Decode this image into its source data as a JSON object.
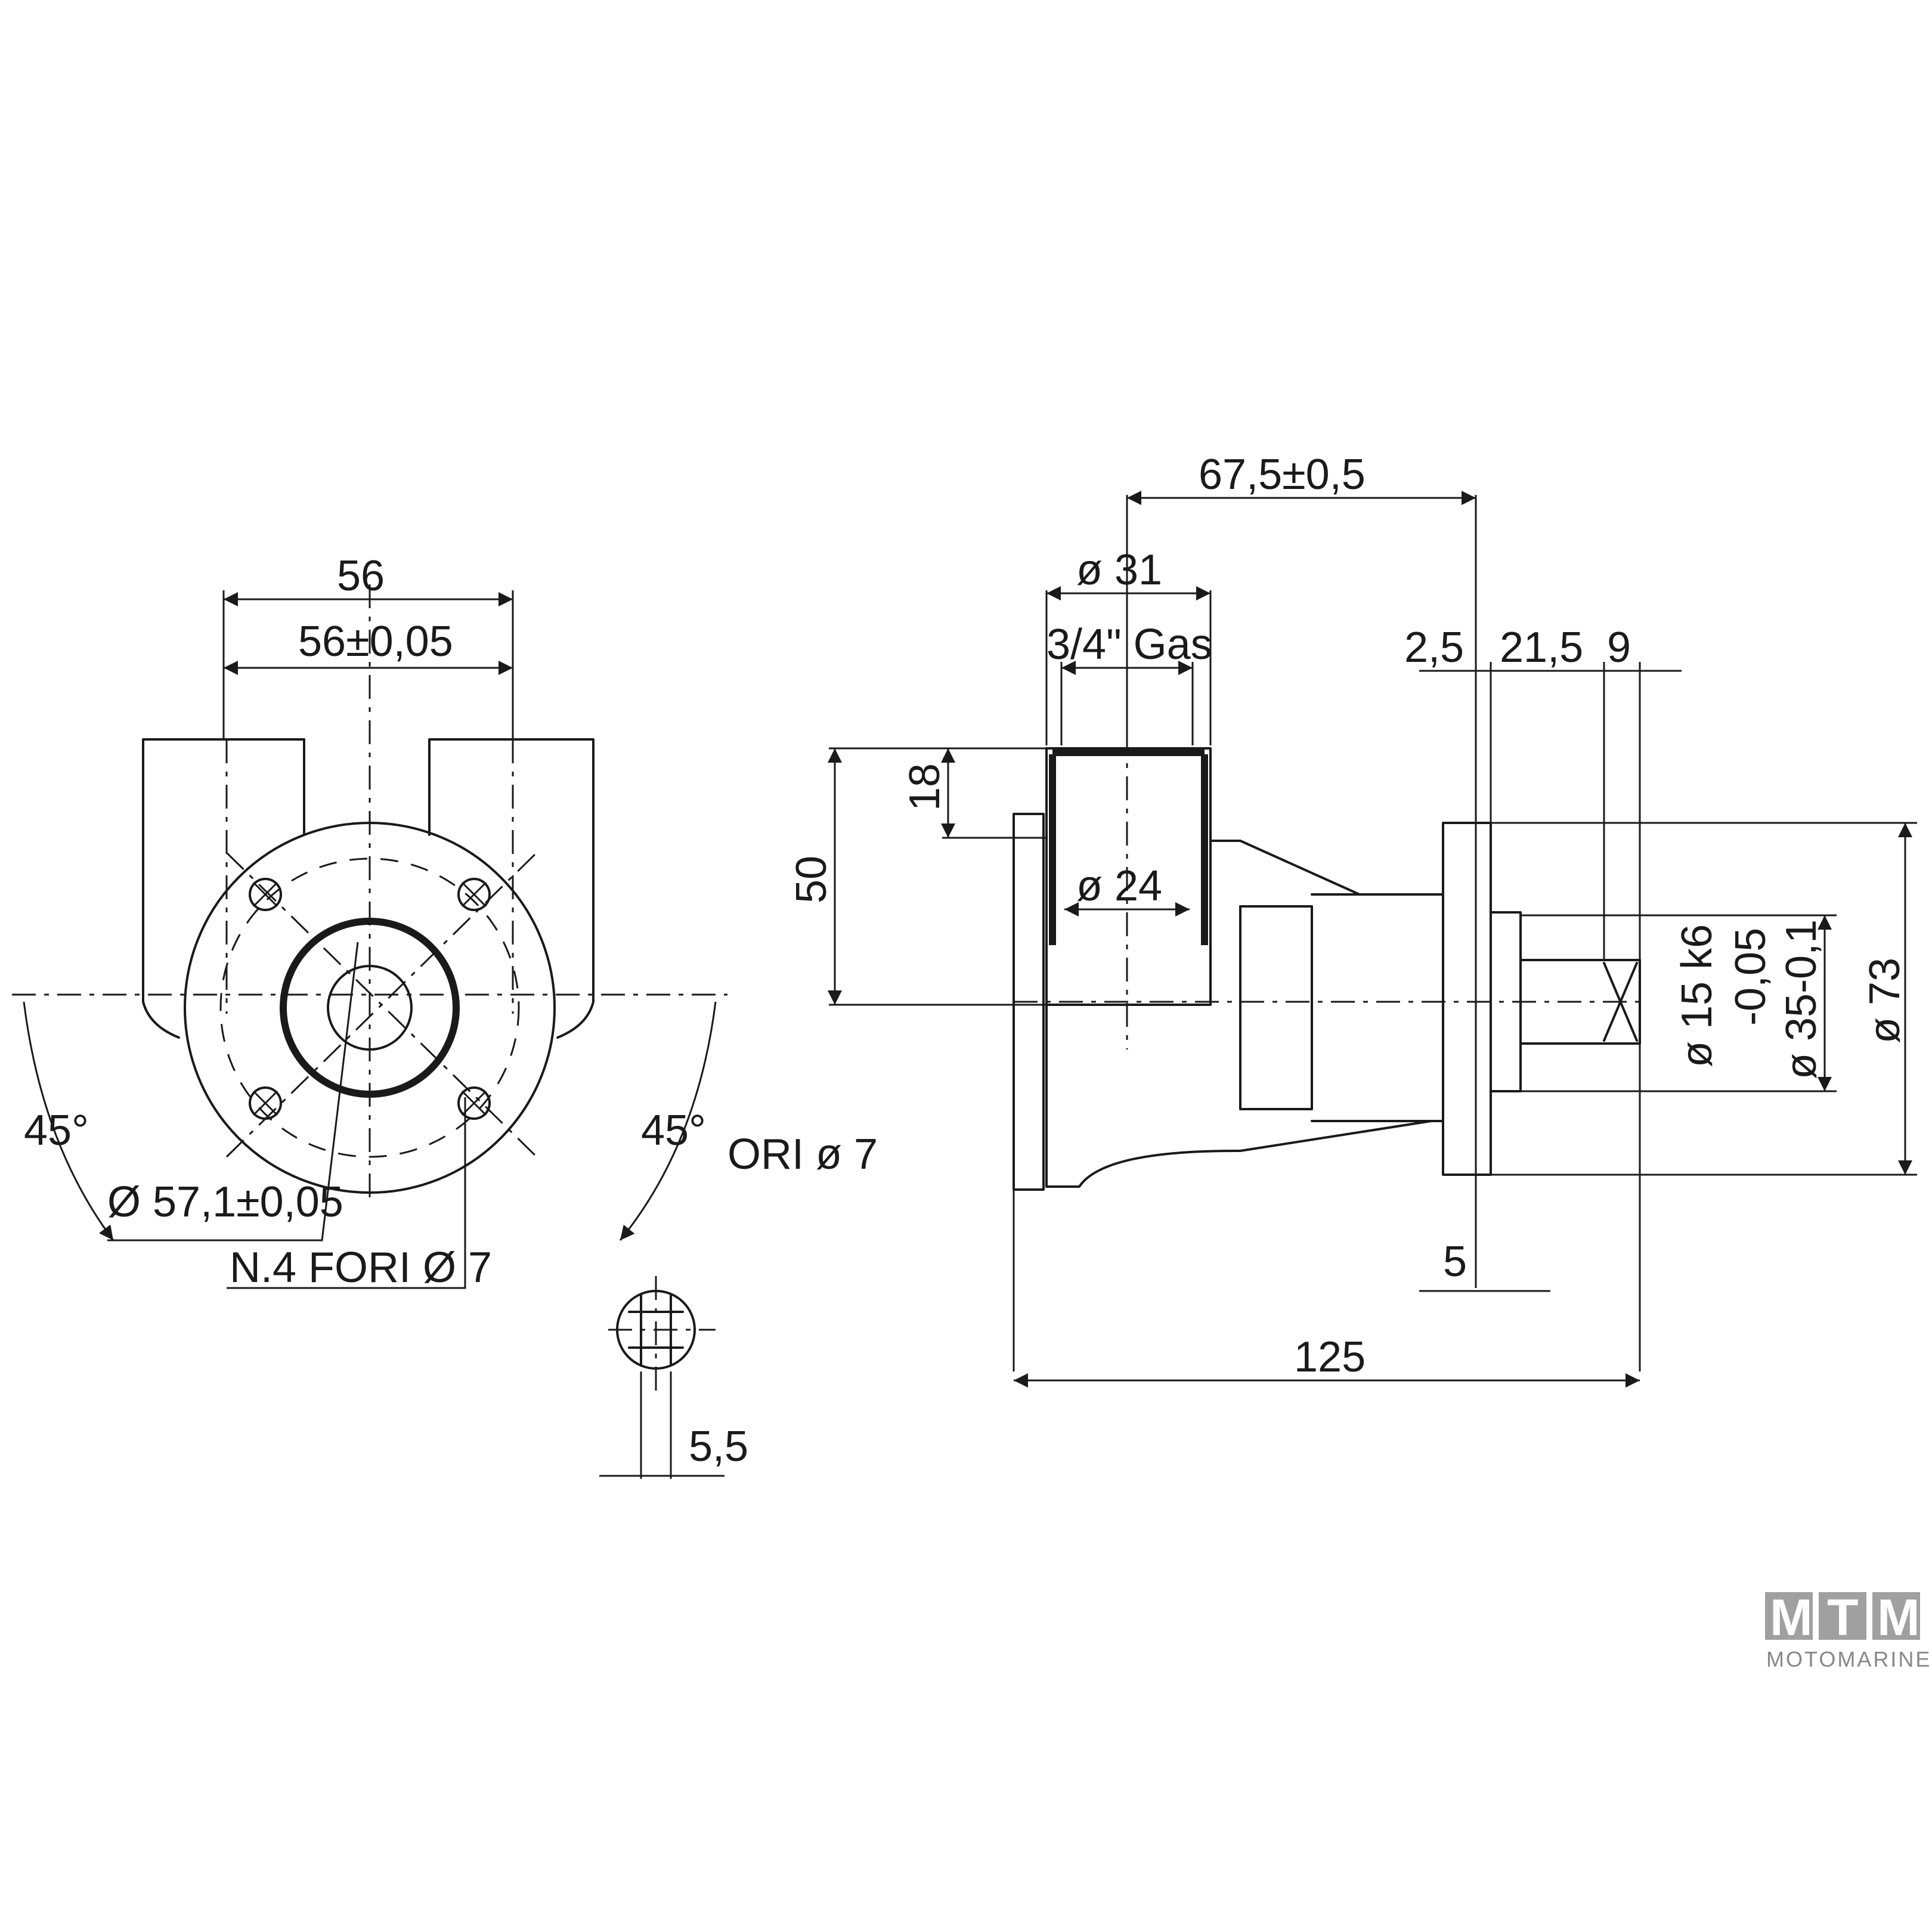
{
  "front_view": {
    "dim_width_total": "56",
    "dim_width_tol": "56±0,05",
    "angle_left": "45°",
    "angle_right": "45°",
    "dim_bolt_circle": "Ø 57,1±0,05",
    "holes_note": "N.4 FORI Ø 7",
    "ports_note": "ORI ø 7"
  },
  "key_detail": {
    "dim_key_width": "5,5"
  },
  "side_view": {
    "dim_port_dia": "ø 31",
    "dim_thread": "3/4\" Gas",
    "dim_bore": "ø 24",
    "dim_overall_to_mount": "67,5±0,5",
    "dim_flange_thk": "2,5",
    "dim_shaft_len": "21,5",
    "dim_key_len": "9",
    "dim_port_height": "18",
    "dim_body_height": "50",
    "dim_shaft_dia": "ø 15 k6",
    "dim_shaft_tol": "-0,05",
    "dim_spigot": "ø 35-0,1",
    "dim_flange_dia": "ø 73",
    "dim_spigot_len": "5",
    "dim_overall_len": "125"
  },
  "logo": {
    "letters": [
      "M",
      "T",
      "M"
    ],
    "subtitle": "MOTOMARINE",
    "color": "#a0a0a0"
  }
}
